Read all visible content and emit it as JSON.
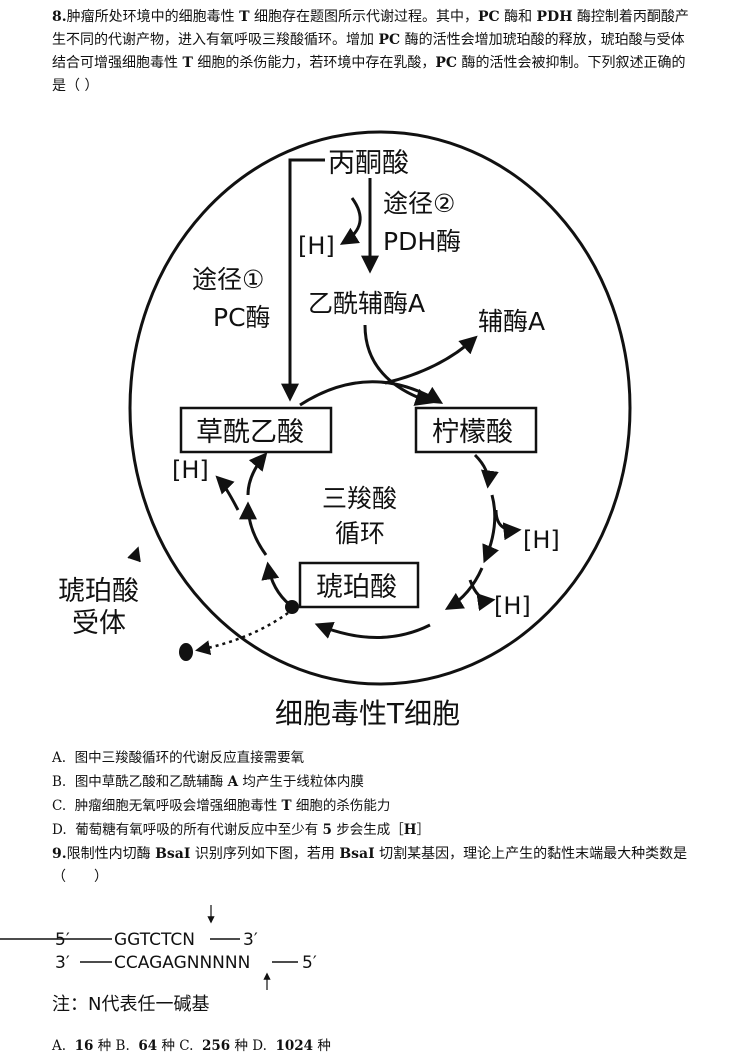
{
  "q8": {
    "number": "8.",
    "stem_parts": [
      "肿瘤所处环境中的细胞毒性 ",
      "T",
      " 细胞存在题图所示代谢过程。其中，",
      "PC",
      " 酶和 ",
      "PDH",
      " 酶控制着丙酮酸产生不同的代谢产物，进入有氧呼吸三羧酸循环。增加 ",
      "PC",
      " 酶的活性会增加琥珀酸的释放，琥珀酸与受体结合可增强细胞毒性 ",
      "T",
      " 细胞的杀伤能力，若环境中存在乳酸，",
      "PC",
      " 酶的活性会被抑制。下列叙述正确的是（ ）"
    ],
    "diagram": {
      "pyruvate": "丙酮酸",
      "route2": "途径②",
      "pdh": "PDH酶",
      "h_top": "[H]",
      "route1": "途径①",
      "pc": "PC酶",
      "acetylcoa": "乙酰辅酶A",
      "coa": "辅酶A",
      "oxaloacetate": "草酰乙酸",
      "citrate": "柠檬酸",
      "h_left": "[H]",
      "tca1": "三羧酸",
      "tca2": "循环",
      "h_right1": "[H]",
      "h_right2": "[H]",
      "succinate": "琥珀酸",
      "receptor1": "琥珀酸",
      "receptor2": "受体",
      "cell_caption": "细胞毒性T细胞"
    },
    "options": [
      {
        "letter": "A.",
        "parts": [
          "图中三羧酸循环的代谢反应直接需要氧"
        ]
      },
      {
        "letter": "B.",
        "parts": [
          "图中草酰乙酸和乙酰辅酶 ",
          "A",
          " 均产生于线粒体内膜"
        ]
      },
      {
        "letter": "C.",
        "parts": [
          "肿瘤细胞无氧呼吸会增强细胞毒性 ",
          "T",
          " 细胞的杀伤能力"
        ]
      },
      {
        "letter": "D.",
        "parts": [
          "葡萄糖有氧呼吸的所有代谢反应中至少有 ",
          "5",
          " 步会生成［",
          "H",
          "］"
        ]
      }
    ]
  },
  "q9": {
    "number": "9.",
    "stem_parts": [
      "限制性内切酶 ",
      "BsaI",
      " 识别序列如下图，若用 ",
      "BsaI",
      " 切割某基因，理论上产生的黏性末端最大种类数是（　　）"
    ],
    "seq_top_prefix": "5′",
    "seq_top_body": "GGTCTCN",
    "seq_top_suffix": "3′",
    "seq_bottom_prefix": "3′",
    "seq_bottom_body": "CCAGAGNNNNN",
    "seq_bottom_suffix": "5′",
    "note": "注：N代表任一碱基",
    "options": [
      {
        "letter": "A.",
        "value": "16",
        "unit": "种"
      },
      {
        "letter": "B.",
        "value": "64",
        "unit": "种"
      },
      {
        "letter": "C.",
        "value": "256",
        "unit": "种"
      },
      {
        "letter": "D.",
        "value": "1024",
        "unit": "种"
      }
    ]
  }
}
